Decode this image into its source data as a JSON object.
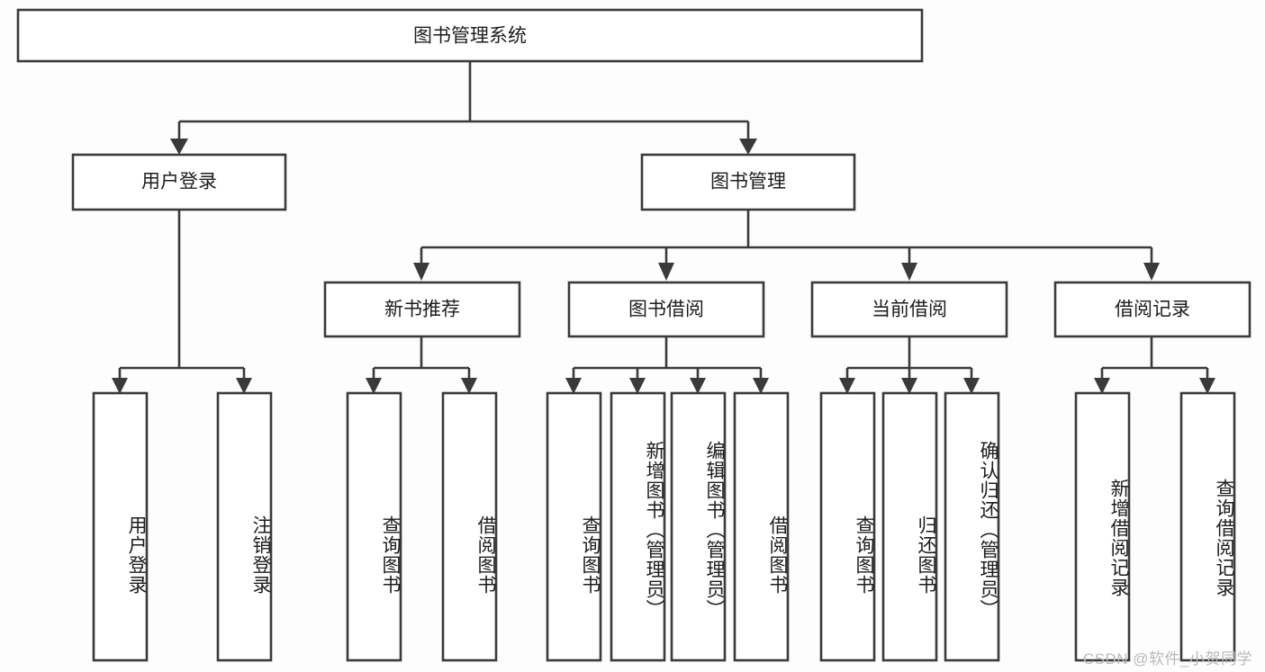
{
  "diagram": {
    "type": "tree-hierarchy-chart",
    "title": "图书管理系统",
    "colors": {
      "background": "#fdfdfd",
      "box_fill": "#ffffff",
      "box_stroke": "#3a3a3a",
      "text": "#1d1d1d",
      "watermark": "#b9b9b9"
    },
    "levels": [
      {
        "level": 1,
        "nodes": [
          {
            "id": "root",
            "label": "图书管理系统",
            "orientation": "horizontal"
          }
        ]
      },
      {
        "level": 2,
        "nodes": [
          {
            "id": "user-login",
            "label": "用户登录",
            "orientation": "horizontal",
            "parent": "root"
          },
          {
            "id": "book-manage",
            "label": "图书管理",
            "orientation": "horizontal",
            "parent": "root"
          }
        ]
      },
      {
        "level": 3,
        "nodes": [
          {
            "id": "new-book-rec",
            "label": "新书推荐",
            "orientation": "horizontal",
            "parent": "book-manage"
          },
          {
            "id": "book-borrow",
            "label": "图书借阅",
            "orientation": "horizontal",
            "parent": "book-manage"
          },
          {
            "id": "current-borrow",
            "label": "当前借阅",
            "orientation": "horizontal",
            "parent": "book-manage"
          },
          {
            "id": "borrow-record",
            "label": "借阅记录",
            "orientation": "horizontal",
            "parent": "book-manage"
          }
        ]
      },
      {
        "level": 4,
        "nodes": [
          {
            "id": "leaf-user-login",
            "label": "用户登录",
            "orientation": "vertical",
            "parent": "user-login"
          },
          {
            "id": "leaf-logout",
            "label": "注销登录",
            "orientation": "vertical",
            "parent": "user-login"
          },
          {
            "id": "leaf-query-book-1",
            "label": "查询图书",
            "orientation": "vertical",
            "parent": "new-book-rec"
          },
          {
            "id": "leaf-borrow-book-1",
            "label": "借阅图书",
            "orientation": "vertical",
            "parent": "new-book-rec"
          },
          {
            "id": "leaf-query-book-2",
            "label": "查询图书",
            "orientation": "vertical",
            "parent": "book-borrow"
          },
          {
            "id": "leaf-add-book",
            "label": "新增图书（管理员）",
            "orientation": "vertical",
            "parent": "book-borrow"
          },
          {
            "id": "leaf-edit-book",
            "label": "编辑图书（管理员）",
            "orientation": "vertical",
            "parent": "book-borrow"
          },
          {
            "id": "leaf-borrow-book-2",
            "label": "借阅图书",
            "orientation": "vertical",
            "parent": "book-borrow"
          },
          {
            "id": "leaf-query-book-3",
            "label": "查询图书",
            "orientation": "vertical",
            "parent": "current-borrow"
          },
          {
            "id": "leaf-return-book",
            "label": "归还图书",
            "orientation": "vertical",
            "parent": "current-borrow"
          },
          {
            "id": "leaf-confirm-return",
            "label": "确认归还（管理员）",
            "orientation": "vertical",
            "parent": "current-borrow"
          },
          {
            "id": "leaf-add-record",
            "label": "新增借阅记录",
            "orientation": "vertical",
            "parent": "borrow-record"
          },
          {
            "id": "leaf-query-record",
            "label": "查询借阅记录",
            "orientation": "vertical",
            "parent": "borrow-record"
          }
        ]
      }
    ],
    "watermark": "CSDN @软件_小贺同学"
  }
}
